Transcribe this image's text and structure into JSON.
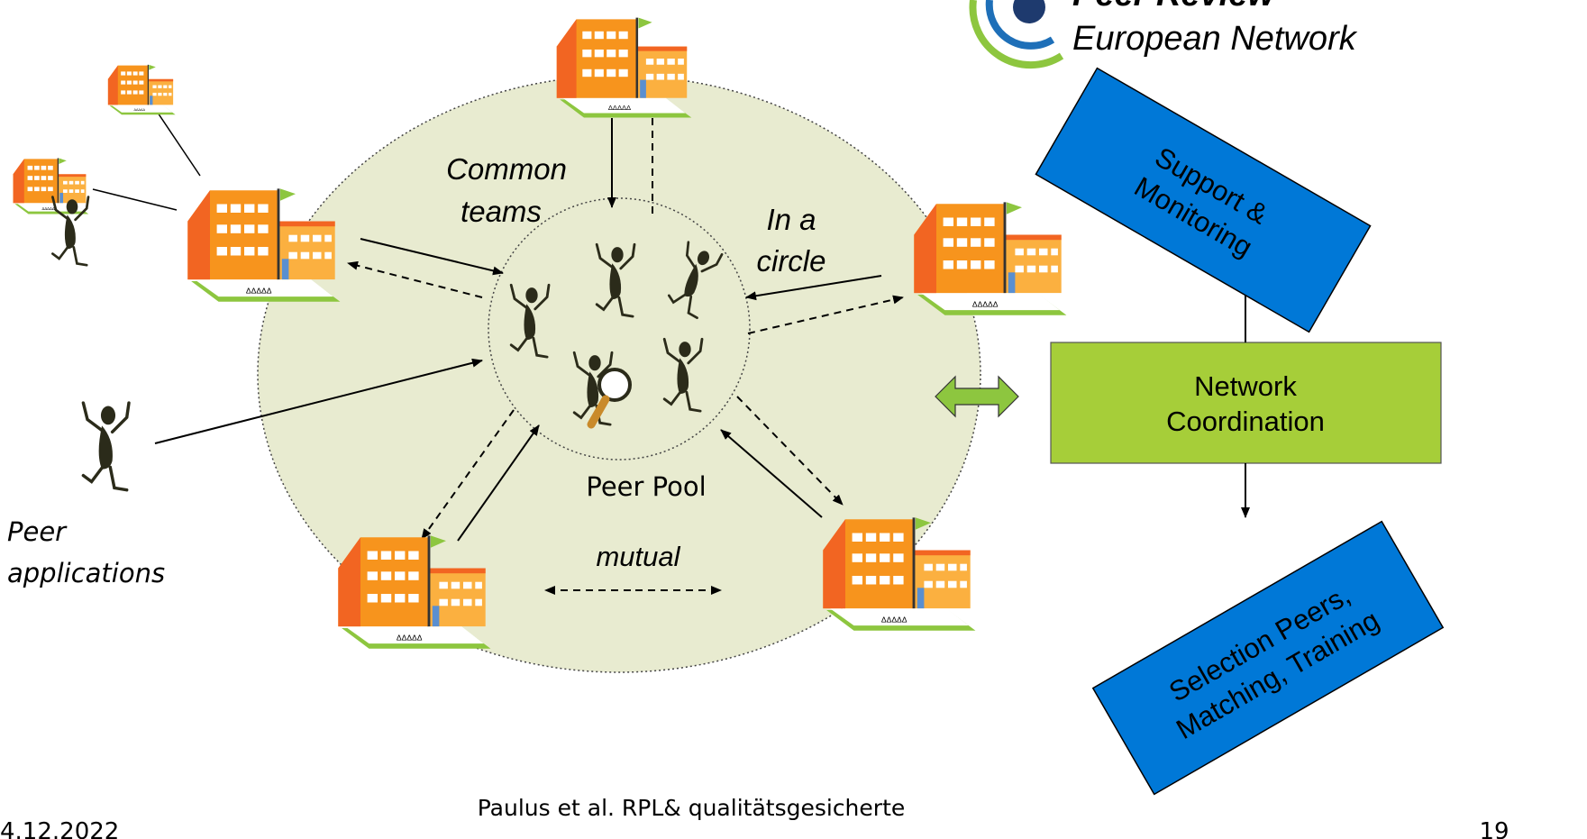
{
  "colors": {
    "ellipse_fill": "#e8ebd0",
    "building_orange": "#f7941d",
    "building_light": "#fbb040",
    "building_dark": "#f26522",
    "lawn_green": "#8dc63f",
    "blue_box": "#0078d7",
    "green_box": "#a6ce39",
    "figure": "#2b2b1a",
    "logo_blue": "#1e6fb8",
    "logo_green": "#8dc63f"
  },
  "logo": {
    "line1": "Peer Review",
    "line2": "European Network"
  },
  "labels": {
    "common_teams_1": "Common",
    "common_teams_2": "teams",
    "in_a_circle_1": "In a",
    "in_a_circle_2": "circle",
    "peer_pool": "Peer Pool",
    "mutual": "mutual",
    "peer_applications_1": "Peer",
    "peer_applications_2": "applications"
  },
  "boxes": {
    "support_1": "Support &",
    "support_2": "Monitoring",
    "network_1": "Network",
    "network_2": "Coordination",
    "selection_1": "Selection Peers,",
    "selection_2": "Matching, Training"
  },
  "footer": {
    "date": "4.12.2022",
    "citation": "Paulus et al. RPL& qualitätsgesicherte",
    "page": "19"
  }
}
